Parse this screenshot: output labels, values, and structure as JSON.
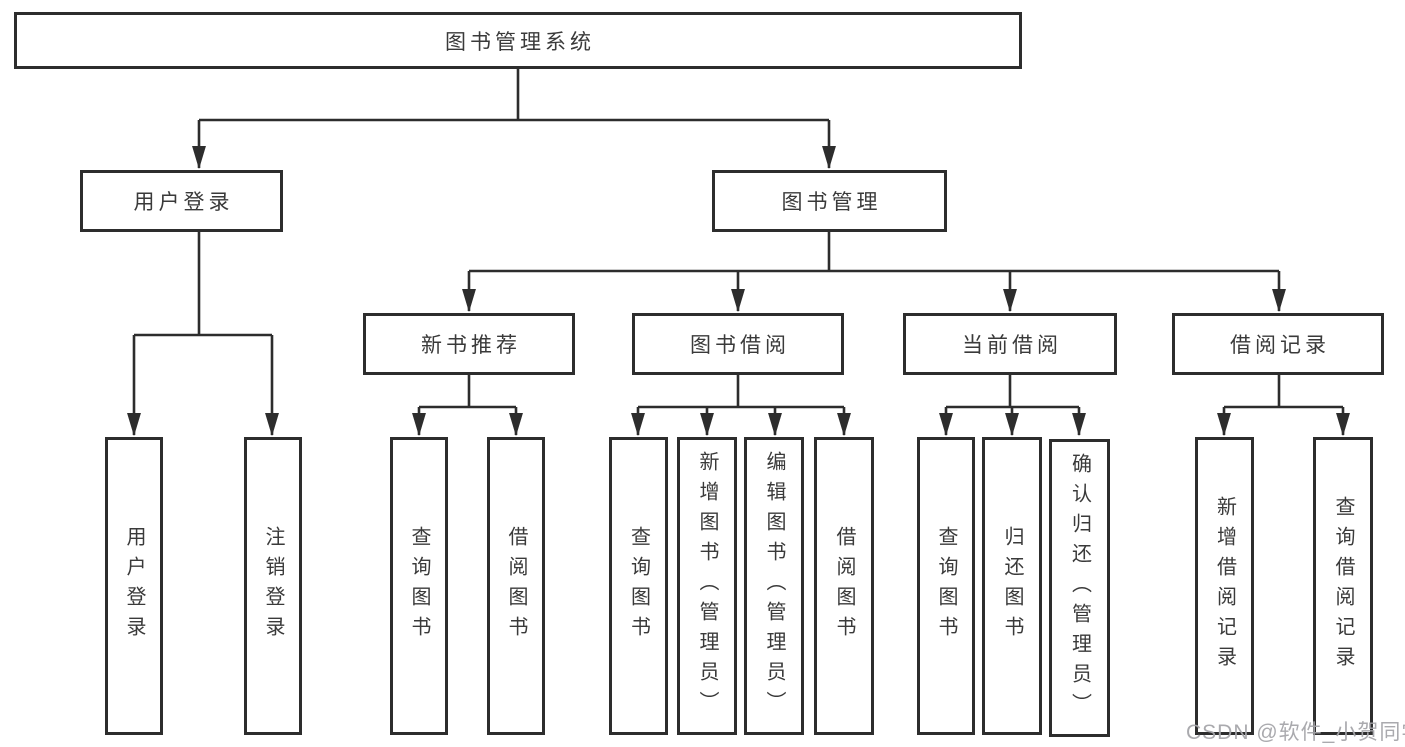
{
  "diagram": {
    "type": "hierarchy-flowchart",
    "title": "图书管理系统",
    "colors": {
      "line": "#2d2d2d",
      "box_border": "#2d2d2d",
      "text": "#3a3a3a",
      "background": "#ffffff",
      "watermark": "#a5a5aa"
    }
  },
  "tree": {
    "root": {
      "label": "图书管理系统",
      "children": [
        {
          "label": "用户登录",
          "children": [
            {
              "label": "用户登录"
            },
            {
              "label": "注销登录"
            }
          ]
        },
        {
          "label": "图书管理",
          "children": [
            {
              "label": "新书推荐",
              "children": [
                {
                  "label": "查询图书"
                },
                {
                  "label": "借阅图书"
                }
              ]
            },
            {
              "label": "图书借阅",
              "children": [
                {
                  "label": "查询图书"
                },
                {
                  "label": "新增图书（管理员）"
                },
                {
                  "label": "编辑图书（管理员）"
                },
                {
                  "label": "借阅图书"
                }
              ]
            },
            {
              "label": "当前借阅",
              "children": [
                {
                  "label": "查询图书"
                },
                {
                  "label": "归还图书"
                },
                {
                  "label": "确认归还（管理员）"
                }
              ]
            },
            {
              "label": "借阅记录",
              "children": [
                {
                  "label": "新增借阅记录"
                },
                {
                  "label": "查询借阅记录"
                }
              ]
            }
          ]
        }
      ]
    }
  },
  "watermark": {
    "text": "CSDN @软件_小贺同学"
  }
}
